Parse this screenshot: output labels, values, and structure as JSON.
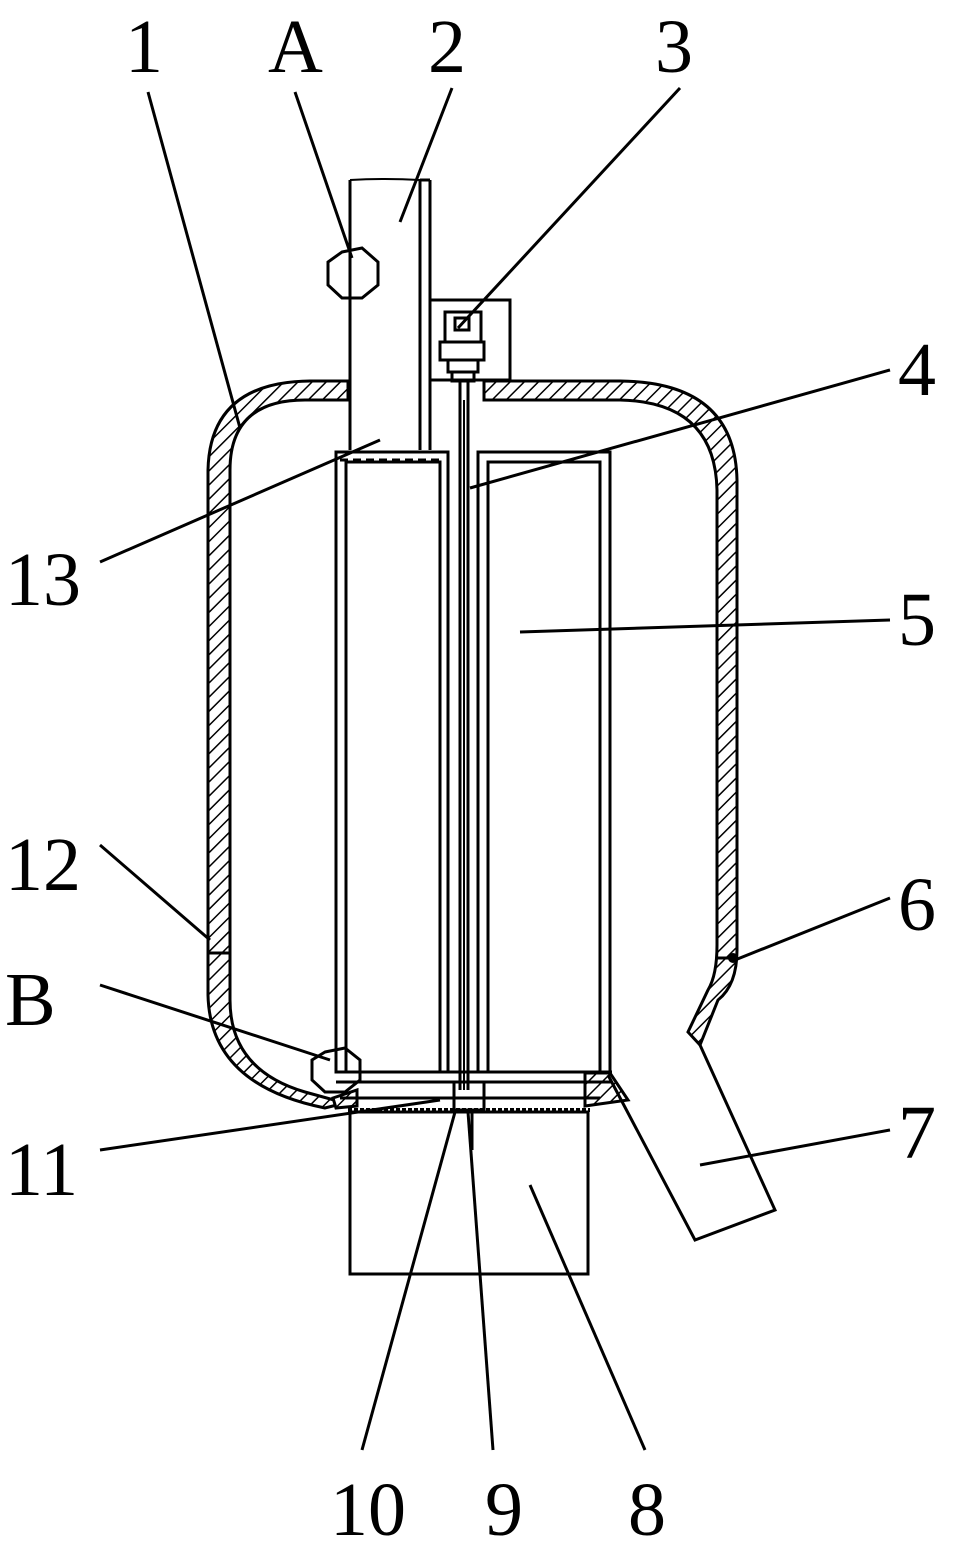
{
  "labels": {
    "l1": "1",
    "lA": "A",
    "l2": "2",
    "l3": "3",
    "l4": "4",
    "l13": "13",
    "l5": "5",
    "l12": "12",
    "l6": "6",
    "lB": "B",
    "l11": "11",
    "l7": "7",
    "l10": "10",
    "l9": "9",
    "l8": "8"
  }
}
